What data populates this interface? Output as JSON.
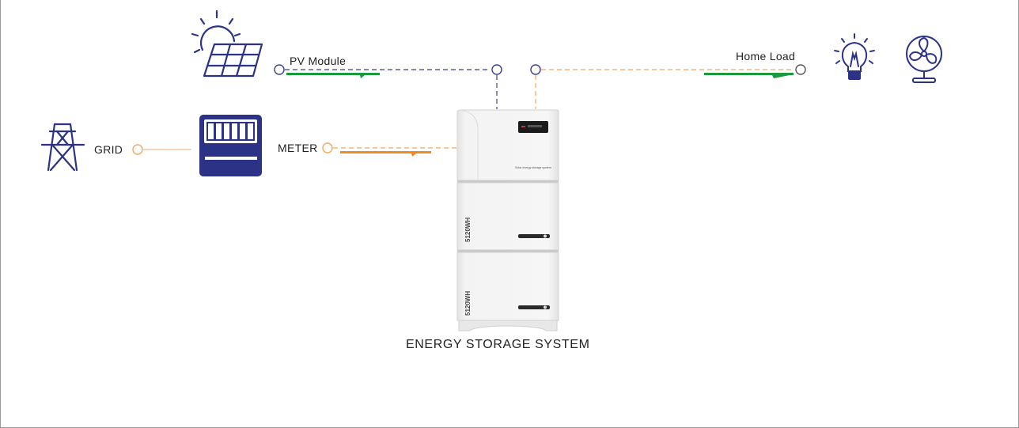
{
  "labels": {
    "pv_module": "PV Module",
    "home_load": "Home Load",
    "grid": "GRID",
    "meter": "METER",
    "system_title": "ENERGY STORAGE SYSTEM",
    "device_panel_text": "Solar energy storage system",
    "battery_module_1": "5120WH",
    "battery_module_2": "5120WH"
  },
  "icons": [
    "sun-icon",
    "solar-panel-icon",
    "transmission-tower-icon",
    "electric-meter-icon",
    "light-bulb-icon",
    "fan-icon"
  ],
  "colors": {
    "icon_navy": "#2c3387",
    "dc_line": "#3b3f8f",
    "ac_line": "#f4a860",
    "flow_arrow_green": "#1a9a3c",
    "flow_arrow_orange": "#f08a24",
    "grid_line": "#f2b894"
  }
}
